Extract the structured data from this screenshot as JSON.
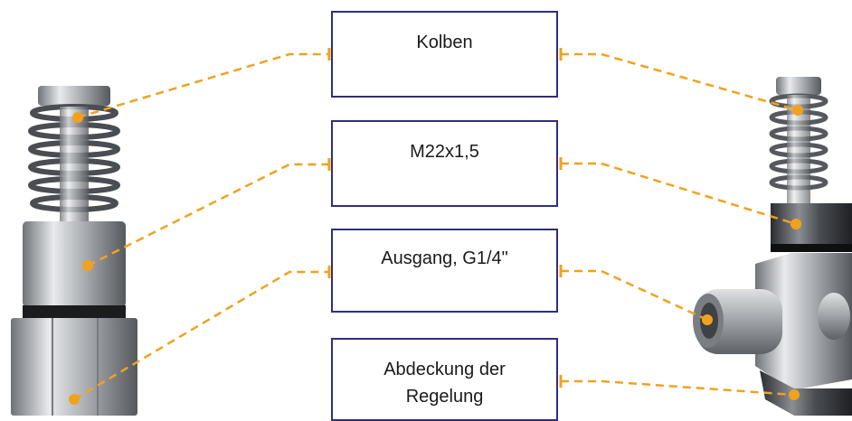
{
  "labels": [
    {
      "text": "Kolben"
    },
    {
      "text": "M22x1,5"
    },
    {
      "text": "Ausgang, G1/4\""
    },
    {
      "text": "Abdeckung der\nRegelung"
    }
  ],
  "colors": {
    "box_border": "#2e2f7e",
    "callout": "#f0a21e",
    "metal": "#b9bcc0",
    "dark_metal": "#3a3d42"
  },
  "icons": [
    "straight-valve-photo",
    "angled-valve-photo"
  ]
}
